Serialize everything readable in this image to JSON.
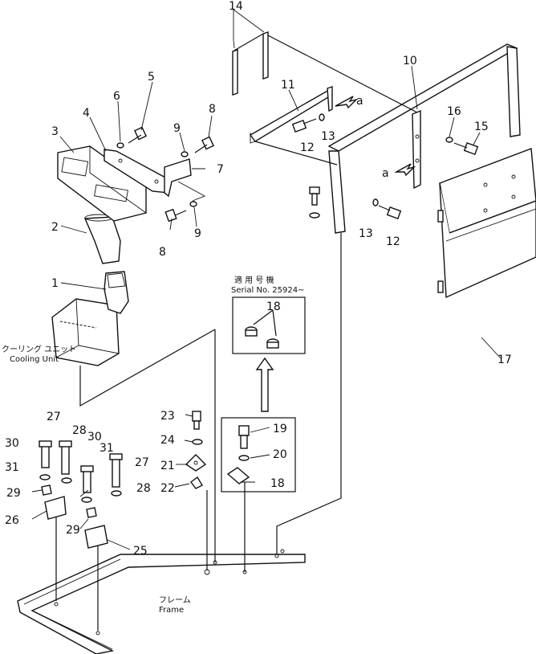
{
  "callouts": [
    "1",
    "2",
    "3",
    "4",
    "5",
    "6",
    "7",
    "8",
    "9",
    "10",
    "11",
    "12",
    "13",
    "14",
    "15",
    "16",
    "17",
    "18",
    "19",
    "20",
    "21",
    "22",
    "23",
    "24",
    "25",
    "26",
    "27",
    "28",
    "29",
    "30",
    "31"
  ],
  "view_marker": "a",
  "captions": {
    "cooling_unit_jp": "クーリング ユニット",
    "cooling_unit_en": "Cooling Unit",
    "serial_jp": "適 用 号 機",
    "serial_en": "Serial No. 25924~",
    "frame_jp": "フレーム",
    "frame_en": "Frame"
  }
}
